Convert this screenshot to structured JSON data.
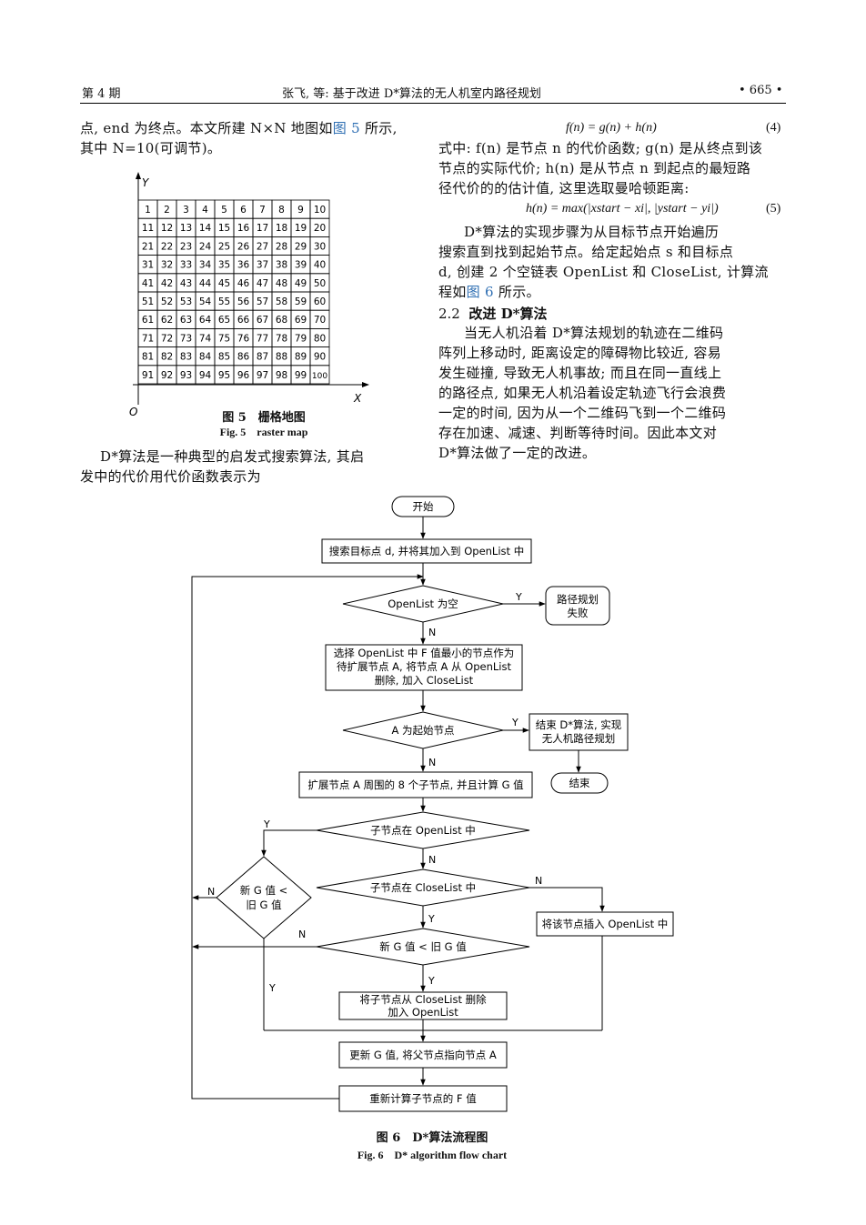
{
  "header": {
    "left": "第 4 期",
    "center": "张飞, 等: 基于改进 D*算法的无人机室内路径规划",
    "right": "• 665 •"
  },
  "left_col": {
    "p1_line1_a": "点, end 为终点。本文所建 N×N 地图如",
    "p1_ref": "图 5",
    "p1_line1_b": " 所示,",
    "p1_line2": "其中 N=10(可调节)。",
    "grid": {
      "y_label": "Y",
      "x_label": "X",
      "origin": "O",
      "rows": [
        [
          "1",
          "2",
          "3",
          "4",
          "5",
          "6",
          "7",
          "8",
          "9",
          "10"
        ],
        [
          "11",
          "12",
          "13",
          "14",
          "15",
          "16",
          "17",
          "18",
          "19",
          "20"
        ],
        [
          "21",
          "22",
          "23",
          "24",
          "25",
          "26",
          "27",
          "28",
          "29",
          "30"
        ],
        [
          "31",
          "32",
          "33",
          "34",
          "35",
          "36",
          "37",
          "38",
          "39",
          "40"
        ],
        [
          "41",
          "42",
          "43",
          "44",
          "45",
          "46",
          "47",
          "48",
          "49",
          "50"
        ],
        [
          "51",
          "52",
          "53",
          "54",
          "55",
          "56",
          "57",
          "58",
          "59",
          "60"
        ],
        [
          "61",
          "62",
          "63",
          "64",
          "65",
          "66",
          "67",
          "68",
          "69",
          "70"
        ],
        [
          "71",
          "72",
          "73",
          "74",
          "75",
          "76",
          "77",
          "78",
          "79",
          "80"
        ],
        [
          "81",
          "82",
          "83",
          "84",
          "85",
          "86",
          "87",
          "88",
          "89",
          "90"
        ],
        [
          "91",
          "92",
          "93",
          "94",
          "95",
          "96",
          "97",
          "98",
          "99",
          "100"
        ]
      ]
    },
    "fig5_zh": "图 5　栅格地图",
    "fig5_en": "Fig. 5　raster map",
    "p2_line1": "D*算法是一种典型的启发式搜索算法, 其启",
    "p2_line2": "发中的代价用代价函数表示为"
  },
  "right_col": {
    "eq4": "f(n) = g(n) + h(n)",
    "eq4_num": "(4)",
    "l1": "式中: f(n) 是节点 n 的代价函数; g(n) 是从终点到该",
    "l2": "节点的实际代价; h(n) 是从节点 n 到起点的最短路",
    "l3": "径代价的的估计值, 这里选取曼哈顿距离:",
    "eq5": "h(n) = max(|xstart − xi|, |ystart − yi|)",
    "eq5_num": "(5)",
    "l4": "D*算法的实现步骤为从目标节点开始遍历",
    "l5": "搜索直到找到起始节点。给定起始点 s 和目标点",
    "l6": "d, 创建 2 个空链表 OpenList 和 CloseList, 计算流",
    "l7a": "程如",
    "l7_ref": "图 6",
    "l7b": " 所示。",
    "sec_num": "2.2",
    "sec_title": "改进 D*算法",
    "l8": "当无人机沿着 D*算法规划的轨迹在二维码",
    "l9": "阵列上移动时, 距离设定的障碍物比较近, 容易",
    "l10": "发生碰撞, 导致无人机事故; 而且在同一直线上",
    "l11": "的路径点, 如果无人机沿着设定轨迹飞行会浪费",
    "l12": "一定的时间, 因为从一个二维码飞到一个二维码",
    "l13": "存在加速、减速、判断等待时间。因此本文对",
    "l14": "D*算法做了一定的改进。"
  },
  "flowchart": {
    "start": "开始",
    "search_target": "搜索目标点 d, 并将其加入到 OpenList 中",
    "openlist_empty": "OpenList 为空",
    "fail_1": "路径规划",
    "fail_2": "失败",
    "select_1": "选择 OpenList 中 F 值最小的节点作为",
    "select_2": "待扩展节点 A, 将节点 A 从 OpenList",
    "select_3": "删除, 加入 CloseList",
    "a_is_start": "A 为起始节点",
    "finish_1": "结束 D*算法, 实现",
    "finish_2": "无人机路径规划",
    "end": "结束",
    "expand": "扩展节点 A 周围的 8 个子节点, 并且计算 G 值",
    "child_in_open": "子节点在 OpenList 中",
    "child_in_close": "子节点在 CloseList 中",
    "newg_small_1": "新 G 值 <",
    "newg_small_2": "旧 G 值",
    "insert_open": "将该节点插入 OpenList 中",
    "newg_lt_oldg": "新 G 值 < 旧 G 值",
    "remove_1": "将子节点从 CloseList 删除",
    "remove_2": "加入 OpenList",
    "update": "更新 G 值, 将父节点指向节点 A",
    "recalc": "重新计算子节点的 F 值",
    "y": "Y",
    "n": "N"
  },
  "fig6_zh": "图 6　D*算法流程图",
  "fig6_en": "Fig. 6　D* algorithm flow chart"
}
